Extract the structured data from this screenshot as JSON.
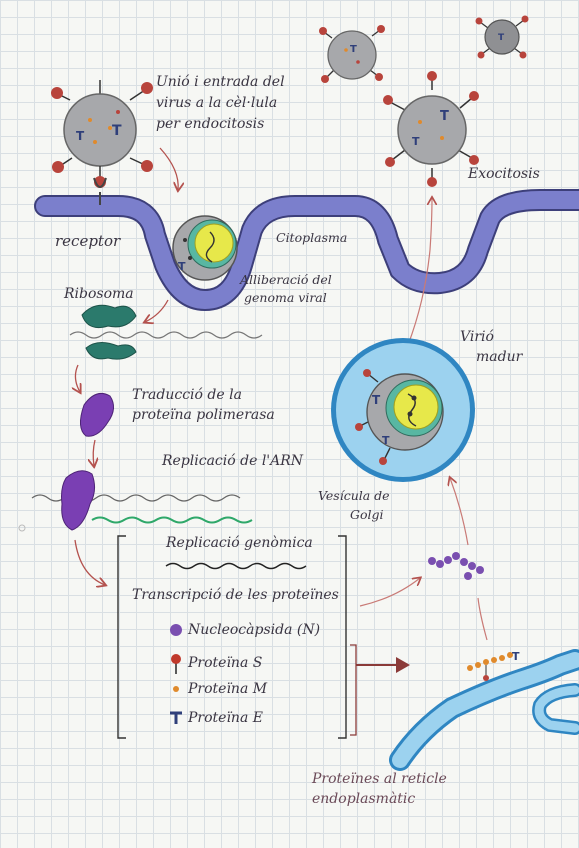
{
  "labels": {
    "entry_l1": "Unió i entrada del",
    "entry_l2": "virus a la cèl·lula",
    "entry_l3": "per endocitosis",
    "receptor": "receptor",
    "cytoplasm": "Citoplasma",
    "release_l1": "Alliberació del",
    "release_l2": "genoma viral",
    "ribosome": "Ribosoma",
    "exocytosis": "Exocitosis",
    "translation_l1": "Traducció de la",
    "translation_l2": "proteïna polimerasa",
    "rna_replication": "Replicació de l'ARN",
    "mature_l1": "Virió",
    "mature_l2": "madur",
    "golgi_l1": "Vesícula de",
    "golgi_l2": "Golgi",
    "genomic_replication": "Replicació genòmica",
    "transcription": "Transcripció de les proteïnes",
    "er_l1": "Proteïnes al reticle",
    "er_l2": "endoplasmàtic"
  },
  "legend": [
    {
      "label": "Nucleocàpsida (N)",
      "icon": "purple-circle-icon",
      "color": "#7a4fb0"
    },
    {
      "label": "Proteïna  S",
      "icon": "spike-protein-icon",
      "color": "#c0392b"
    },
    {
      "label": "Proteïna  M",
      "icon": "orange-dot-icon",
      "color": "#e08a2c"
    },
    {
      "label": "Proteïna  E",
      "icon": "t-protein-icon",
      "color": "#2f3f7a"
    }
  ],
  "colors": {
    "membrane": "#6f73c0",
    "virus_gray": "#a7a8ab",
    "spike_red": "#b8443c",
    "e_blue": "#2f3f7a",
    "ribosome": "#2b7a6c",
    "polymerase": "#7a3fb3",
    "vesicle_blue": "#7cc3ea",
    "yellow_core": "#e7e84a",
    "arrow": "#b4524e"
  }
}
